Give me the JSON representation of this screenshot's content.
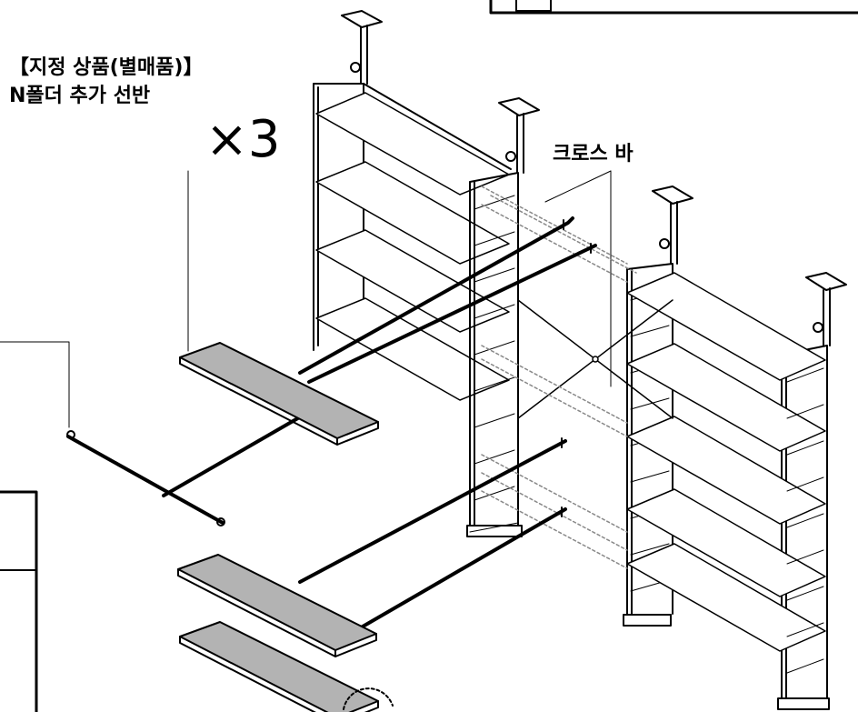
{
  "labels": {
    "designated_product_line1": "【지정 상품(별매품)】",
    "designated_product_line2": "N폴더 추가 선반",
    "quantity": "×3",
    "cross_bar": "크로스 바"
  }
}
